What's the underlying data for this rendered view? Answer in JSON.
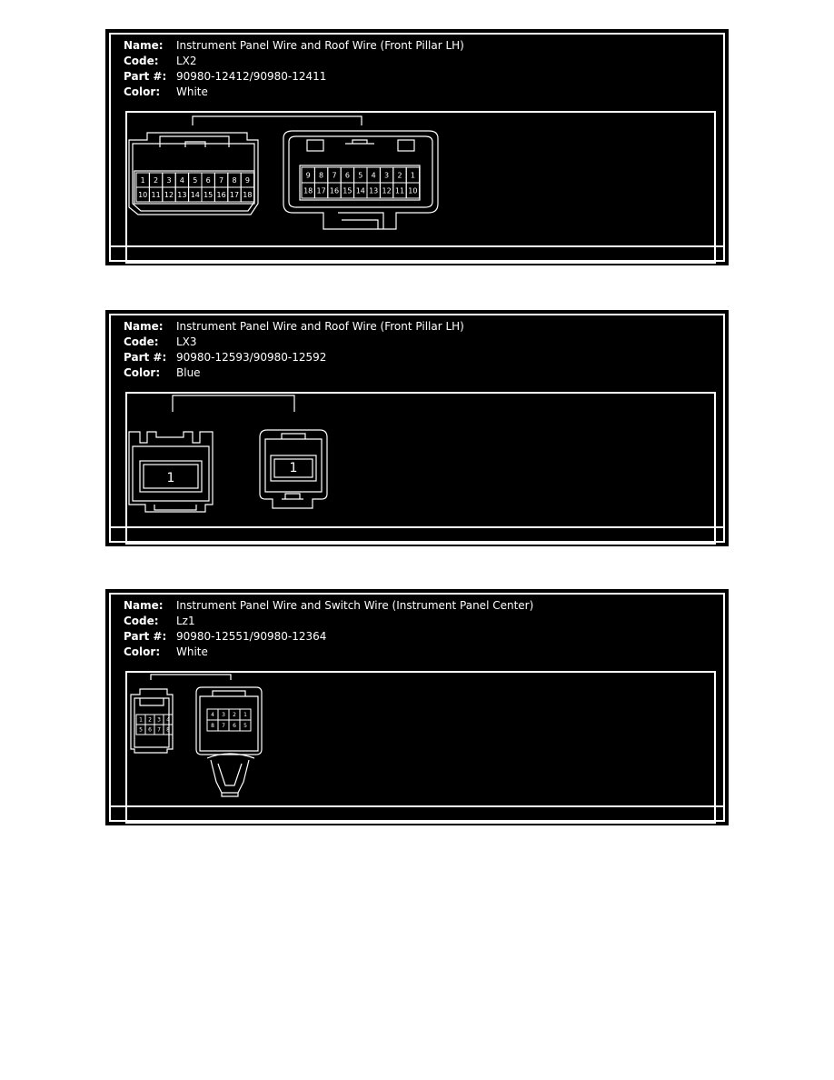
{
  "labels": {
    "name": "Name:",
    "code": "Code:",
    "part": "Part #:",
    "color": "Color:"
  },
  "connectors": [
    {
      "name": "Instrument Panel Wire and Roof Wire (Front Pillar LH)",
      "code": "LX2",
      "part": "90980-12412/90980-12411",
      "color": "White",
      "left_pins": [
        [
          "1",
          "2",
          "3",
          "4",
          "5",
          "6",
          "7",
          "8",
          "9"
        ],
        [
          "10",
          "11",
          "12",
          "13",
          "14",
          "15",
          "16",
          "17",
          "18"
        ]
      ],
      "right_pins": [
        [
          "9",
          "8",
          "7",
          "6",
          "5",
          "4",
          "3",
          "2",
          "1"
        ],
        [
          "18",
          "17",
          "16",
          "15",
          "14",
          "13",
          "12",
          "11",
          "10"
        ]
      ]
    },
    {
      "name": "Instrument Panel Wire and Roof Wire (Front Pillar LH)",
      "code": "LX3",
      "part": "90980-12593/90980-12592",
      "color": "Blue",
      "left_pin": "1",
      "right_pin": "1"
    },
    {
      "name": "Instrument Panel Wire and Switch Wire (Instrument Panel Center)",
      "code": "Lz1",
      "part": "90980-12551/90980-12364",
      "color": "White",
      "left_pins": [
        [
          "1",
          "2",
          "3",
          "4"
        ],
        [
          "5",
          "6",
          "7",
          "8"
        ]
      ],
      "right_pins": [
        [
          "4",
          "3",
          "2",
          "1"
        ],
        [
          "8",
          "7",
          "6",
          "5"
        ]
      ]
    }
  ]
}
